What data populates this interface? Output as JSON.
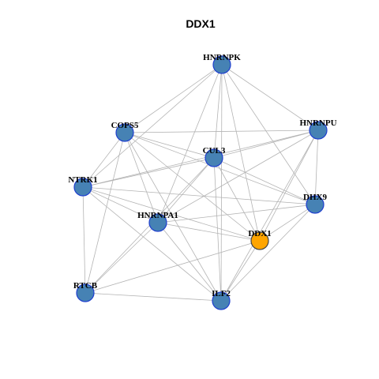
{
  "title": "DDX1",
  "colors": {
    "background": "#ffffff",
    "edge": "#b4b4b4",
    "node_default_fill": "#4682b4",
    "node_default_stroke": "#1f3fcf",
    "node_focus_fill": "#ffa500",
    "node_focus_stroke": "#444444"
  },
  "nodes": [
    {
      "id": "HNRNPK",
      "label": "HNRNPK",
      "focus": false
    },
    {
      "id": "COPS5",
      "label": "COPS5",
      "focus": false
    },
    {
      "id": "HNRNPU",
      "label": "HNRNPU",
      "focus": false
    },
    {
      "id": "CUL3",
      "label": "CUL3",
      "focus": false
    },
    {
      "id": "NTRK1",
      "label": "NTRK1",
      "focus": false
    },
    {
      "id": "DHX9",
      "label": "DHX9",
      "focus": false
    },
    {
      "id": "HNRNPA1",
      "label": "HNRNPA1",
      "focus": false
    },
    {
      "id": "DDX1",
      "label": "DDX1",
      "focus": true
    },
    {
      "id": "RTCB",
      "label": "RTCB",
      "focus": false
    },
    {
      "id": "ILF2",
      "label": "ILF2",
      "focus": false
    }
  ],
  "edges": [
    [
      "HNRNPK",
      "COPS5"
    ],
    [
      "HNRNPK",
      "HNRNPU"
    ],
    [
      "HNRNPK",
      "CUL3"
    ],
    [
      "HNRNPK",
      "HNRNPA1"
    ],
    [
      "HNRNPK",
      "DHX9"
    ],
    [
      "HNRNPK",
      "DDX1"
    ],
    [
      "HNRNPK",
      "ILF2"
    ],
    [
      "HNRNPK",
      "NTRK1"
    ],
    [
      "COPS5",
      "HNRNPU"
    ],
    [
      "COPS5",
      "CUL3"
    ],
    [
      "COPS5",
      "DHX9"
    ],
    [
      "COPS5",
      "HNRNPA1"
    ],
    [
      "COPS5",
      "DDX1"
    ],
    [
      "COPS5",
      "RTCB"
    ],
    [
      "COPS5",
      "ILF2"
    ],
    [
      "COPS5",
      "NTRK1"
    ],
    [
      "HNRNPU",
      "CUL3"
    ],
    [
      "HNRNPU",
      "DHX9"
    ],
    [
      "HNRNPU",
      "DDX1"
    ],
    [
      "HNRNPU",
      "HNRNPA1"
    ],
    [
      "HNRNPU",
      "NTRK1"
    ],
    [
      "HNRNPU",
      "ILF2"
    ],
    [
      "CUL3",
      "NTRK1"
    ],
    [
      "CUL3",
      "DHX9"
    ],
    [
      "CUL3",
      "HNRNPA1"
    ],
    [
      "CUL3",
      "DDX1"
    ],
    [
      "CUL3",
      "ILF2"
    ],
    [
      "CUL3",
      "RTCB"
    ],
    [
      "NTRK1",
      "HNRNPA1"
    ],
    [
      "NTRK1",
      "DDX1"
    ],
    [
      "NTRK1",
      "RTCB"
    ],
    [
      "NTRK1",
      "ILF2"
    ],
    [
      "NTRK1",
      "DHX9"
    ],
    [
      "DHX9",
      "HNRNPA1"
    ],
    [
      "DHX9",
      "DDX1"
    ],
    [
      "DHX9",
      "ILF2"
    ],
    [
      "HNRNPA1",
      "DDX1"
    ],
    [
      "HNRNPA1",
      "RTCB"
    ],
    [
      "HNRNPA1",
      "ILF2"
    ],
    [
      "DDX1",
      "RTCB"
    ],
    [
      "DDX1",
      "ILF2"
    ],
    [
      "RTCB",
      "ILF2"
    ]
  ]
}
